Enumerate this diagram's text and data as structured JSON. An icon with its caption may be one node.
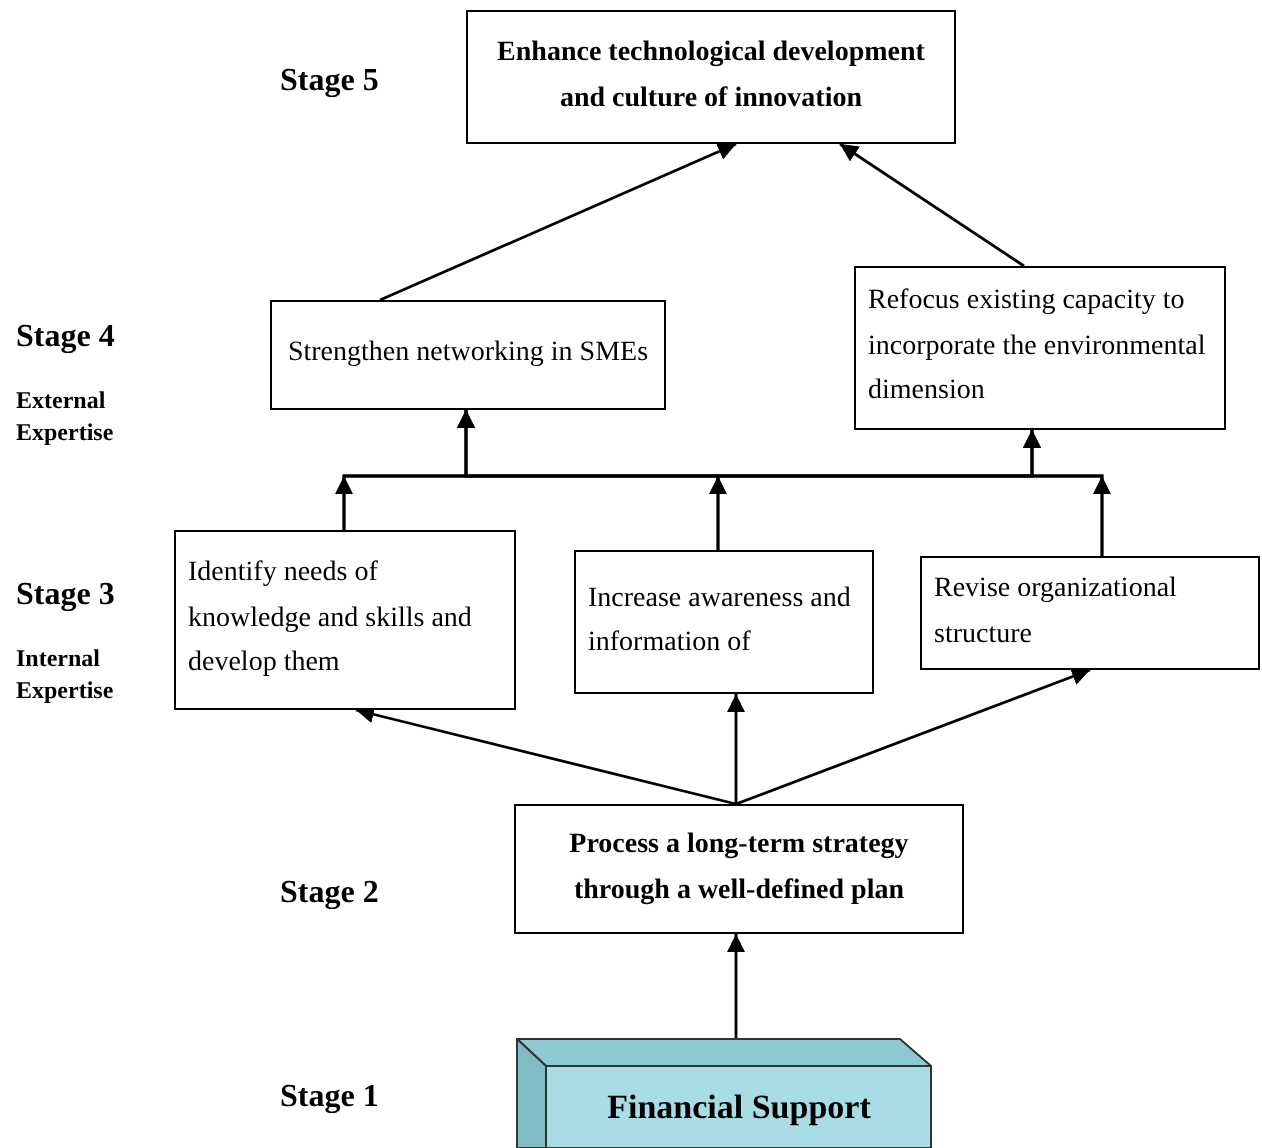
{
  "diagram": {
    "nodes": [
      {
        "text": [
          "Enhance technological development and culture of innovation"
        ]
      },
      {
        "text": [
          "Strengthen networking in SMEs"
        ]
      },
      {
        "text": [
          "Refocus existing capacity to incorporate the environmental dimension"
        ]
      },
      {
        "text": [
          "Identify needs of knowledge and skills and develop them"
        ]
      },
      {
        "text": [
          "Increase awareness and information of"
        ]
      },
      {
        "text": [
          "Revise organizational structure"
        ]
      },
      {
        "text": [
          "Process a long-term strategy through a well-defined plan"
        ]
      },
      {
        "text": [
          "Financial Support"
        ]
      }
    ],
    "edges": [
      {
        "from": 1,
        "to": 0,
        "arrow": "to"
      },
      {
        "from": 2,
        "to": 0,
        "arrow": "to"
      },
      {
        "from": 3,
        "to": 1,
        "arrow": "to"
      },
      {
        "from": 3,
        "to": 2,
        "arrow": "to"
      },
      {
        "from": 4,
        "to": 1,
        "arrow": "to"
      },
      {
        "from": 4,
        "to": 2,
        "arrow": "to"
      },
      {
        "from": 5,
        "to": 1,
        "arrow": "to"
      },
      {
        "from": 5,
        "to": 2,
        "arrow": "to"
      },
      {
        "from": 6,
        "to": 3,
        "arrow": "to"
      },
      {
        "from": 6,
        "to": 4,
        "arrow": "to"
      },
      {
        "from": 6,
        "to": 5,
        "arrow": "to"
      },
      {
        "from": 7,
        "to": 6,
        "arrow": "to"
      }
    ],
    "labels": [
      "Stage 5",
      "Stage 4",
      "External Expertise",
      "Stage 3",
      "Internal Expertise",
      "Stage 2",
      "Stage 1"
    ]
  }
}
